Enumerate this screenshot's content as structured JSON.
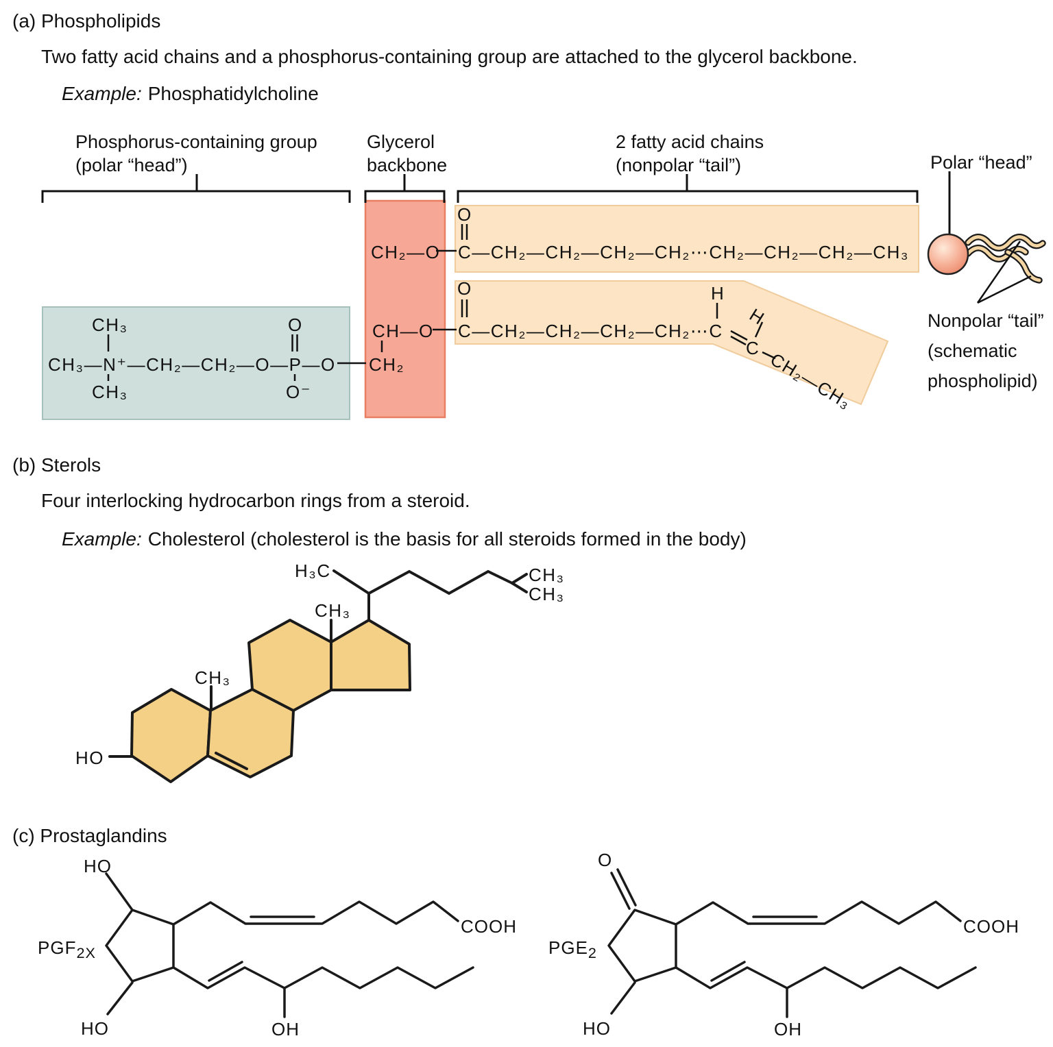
{
  "colors": {
    "phosphate_box_fill": "#cfe0dc",
    "phosphate_box_stroke": "#a6c0bb",
    "glycerol_box_fill": "#f7a795",
    "glycerol_box_stroke": "#e87f63",
    "fatty_box_fill": "#fce4c4",
    "fatty_box_stroke": "#f0cb9b",
    "ring_fill": "#f4cf86",
    "line": "#111111",
    "head_sphere_outer": "#ec8f74",
    "head_sphere_inner": "#ffe9da",
    "tail_fill": "#f2d5a3"
  },
  "section_a": {
    "heading": "(a) Phospholipids",
    "description": "Two fatty acid chains and a phosphorus-containing group are attached to the glycerol backbone.",
    "example_label": "Example:",
    "example_value": "Phosphatidylcholine",
    "labels": {
      "phosphorus_group": "Phosphorus-containing group\n(polar “head”)",
      "glycerol": "Glycerol\nbackbone",
      "fatty_acids": "2 fatty acid chains\n(nonpolar “tail”)",
      "polar_head": "Polar “head”",
      "nonpolar_tail": "Nonpolar “tail”\n(schematic\nphospholipid)"
    },
    "phosphate_group": {
      "chain": "CH₃—N⁺—CH₂—CH₂—O—P—O",
      "n_methyl_top": "CH₃",
      "n_methyl_bottom": "CH₃",
      "p_oxygen_top": "O",
      "p_oxygen_bottom": "O⁻"
    },
    "glycerol": {
      "row1": "CH₂—O",
      "row2": "CH—O",
      "row3": "CH₂"
    },
    "chain1": {
      "carbonyl_o": "O",
      "chain": "C—CH₂—CH₂—CH₂—CH₂⋯CH₂—CH₂—CH₂—CH₃"
    },
    "chain2": {
      "carbonyl_o": "O",
      "chain": "C—CH₂—CH₂—CH₂—CH₂⋯C",
      "h_left": "H",
      "h_right": "H",
      "c_right": "C",
      "tail": "CH₂—CH₃"
    }
  },
  "section_b": {
    "heading": "(b) Sterols",
    "description": "Four interlocking hydrocarbon rings from a steroid.",
    "example_label": "Example:",
    "example_value": "Cholesterol (cholesterol is the basis for all steroids formed in the body)",
    "molecule": {
      "ho": "HO",
      "ch3_ring_a": "CH₃",
      "ch3_ring_d": "CH₃",
      "h3c_side": "H₃C",
      "ch3_end_top": "CH₃",
      "ch3_end_bottom": "CH₃"
    }
  },
  "section_c": {
    "heading": "(c) Prostaglandins",
    "pgf": {
      "name": "PGF",
      "subscript": "2X",
      "ho_top": "HO",
      "cooh": "COOH",
      "ho_bottom": "HO",
      "oh_mid": "OH"
    },
    "pge": {
      "name": "PGE",
      "subscript": "2",
      "o_top": "O",
      "cooh": "COOH",
      "ho_bottom": "HO",
      "oh_mid": "OH"
    }
  }
}
